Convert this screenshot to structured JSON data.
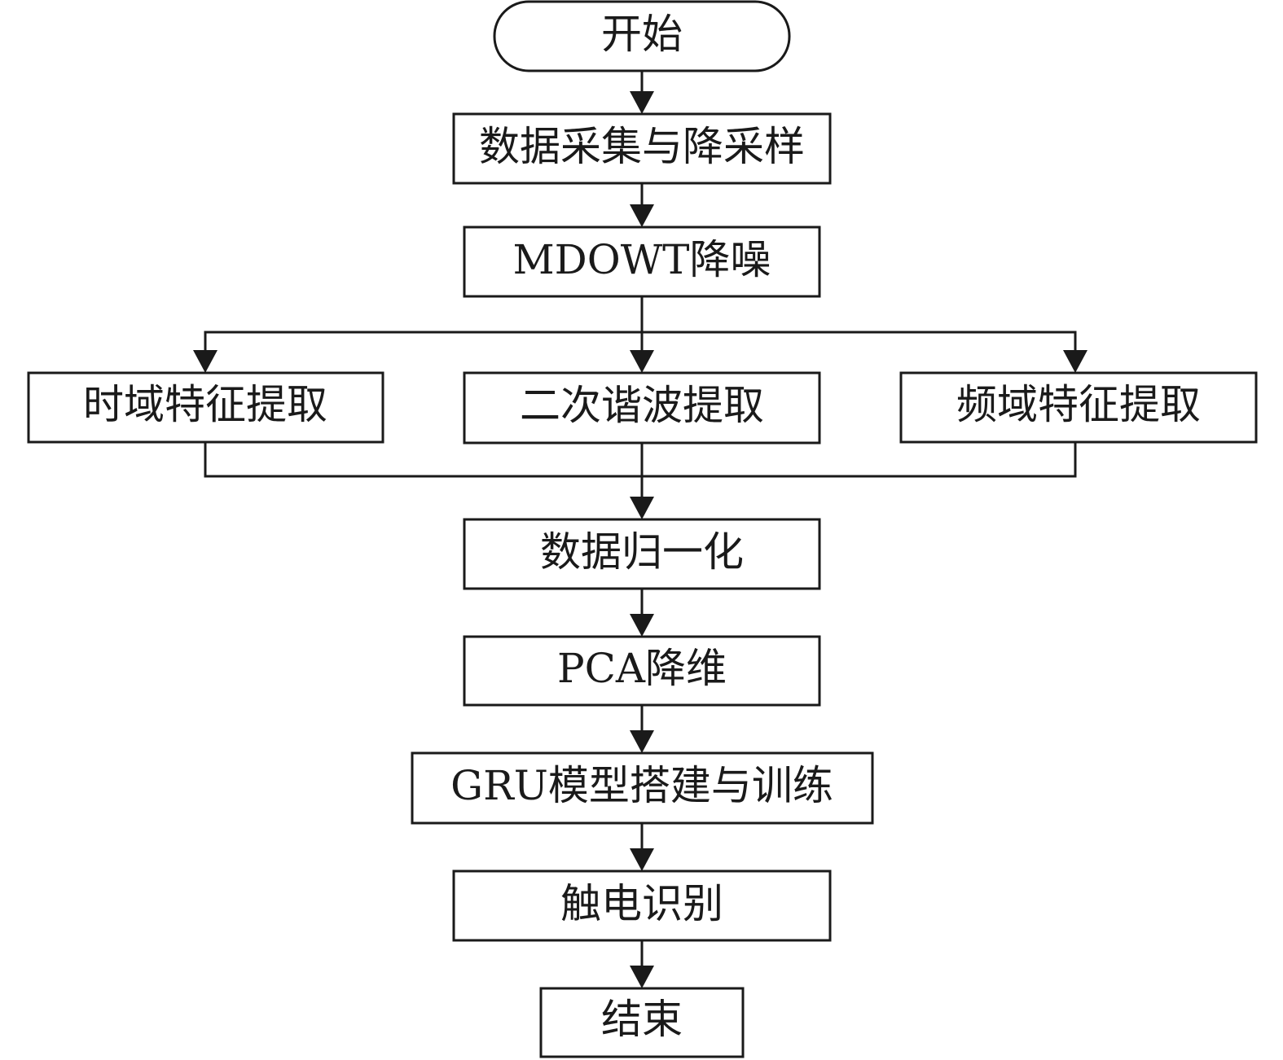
{
  "flowchart": {
    "nodes": {
      "start": "开始",
      "acquisition": "数据采集与降采样",
      "denoise": "MDOWT降噪",
      "time_features": "时域特征提取",
      "harmonic": "二次谐波提取",
      "freq_features": "频域特征提取",
      "normalize": "数据归一化",
      "pca": "PCA降维",
      "gru": "GRU模型搭建与训练",
      "recognize": "触电识别",
      "end": "结束"
    },
    "line_color": "#1a1a1a",
    "fill_color": "#ffffff"
  }
}
